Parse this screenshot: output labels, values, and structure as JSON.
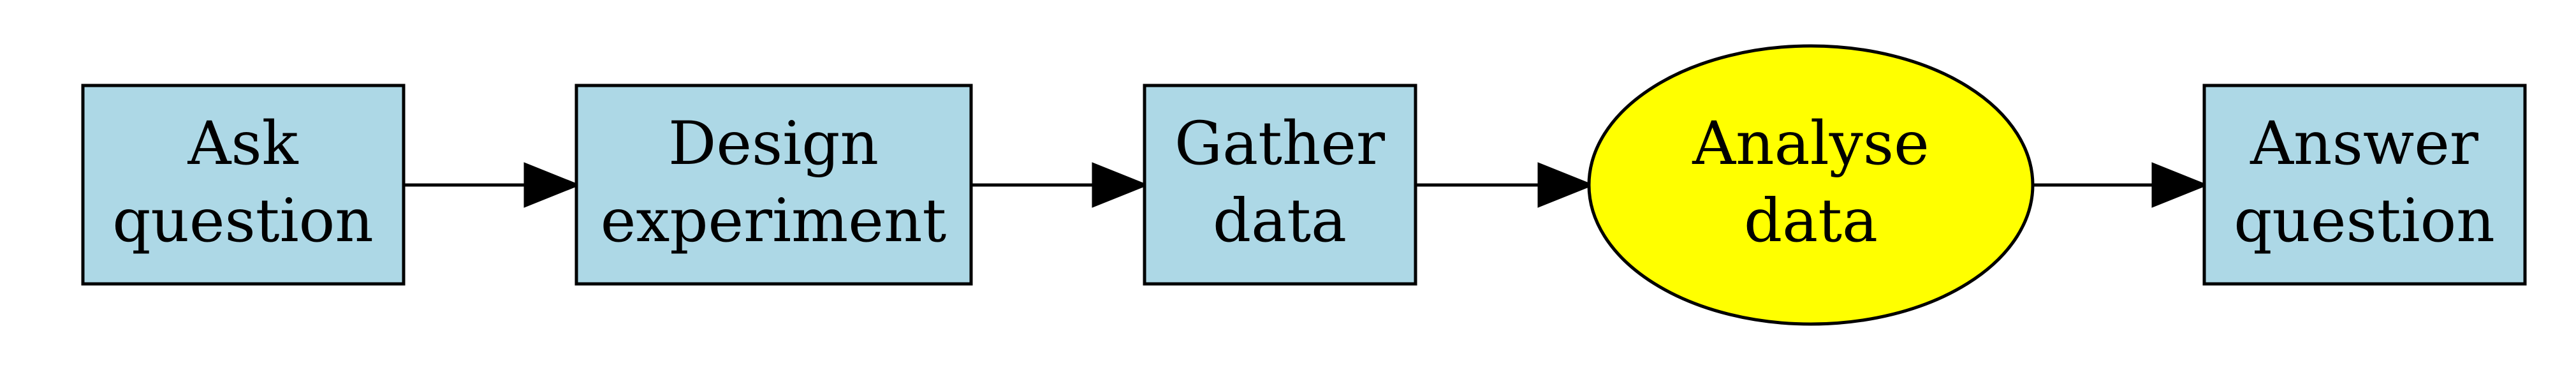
{
  "colors": {
    "box_fill": "#add8e6",
    "ellipse_fill": "#ffff00",
    "stroke": "#000000",
    "background": "#ffffff"
  },
  "nodes": [
    {
      "shape": "box",
      "lines": [
        "Ask",
        "question"
      ]
    },
    {
      "shape": "box",
      "lines": [
        "Design",
        "experiment"
      ]
    },
    {
      "shape": "box",
      "lines": [
        "Gather",
        "data"
      ]
    },
    {
      "shape": "ellipse",
      "lines": [
        "Analyse",
        "data"
      ]
    },
    {
      "shape": "box",
      "lines": [
        "Answer",
        "question"
      ]
    }
  ]
}
